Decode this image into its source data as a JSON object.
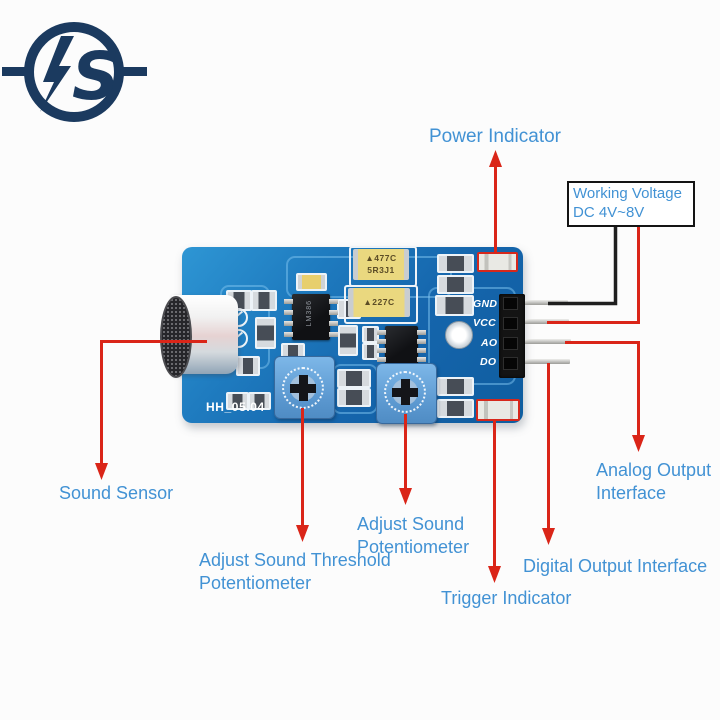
{
  "colors": {
    "accent_red": "#da2518",
    "label_blue": "#4292d4",
    "logo_navy": "#1b3a5f",
    "pcb_blue": "#1a6cb4",
    "wire_black": "#1f1f1f"
  },
  "logo": {
    "letter": "S"
  },
  "annotations": {
    "power_indicator": {
      "label": "Power Indicator"
    },
    "working_voltage": {
      "line1": "Working Voltage",
      "line2": "DC 4V~8V"
    },
    "sound_sensor": {
      "label": "Sound Sensor"
    },
    "adjust_threshold": {
      "line1": "Adjust Sound Threshold",
      "line2": "Potentiometer"
    },
    "adjust_sound": {
      "line1": "Adjust Sound",
      "line2": "Potentiometer"
    },
    "trigger_indicator": {
      "label": "Trigger Indicator"
    },
    "digital_output": {
      "label": "Digital Output Interface"
    },
    "analog_output": {
      "line1": "Analog Output",
      "line2": "Interface"
    }
  },
  "board": {
    "silkscreen": "HH_05.04",
    "pins": [
      "GND",
      "VCC",
      "AO",
      "DO"
    ],
    "ic1_label": "LM386",
    "cap1_line1": "▲477C",
    "cap1_line2": "5R3J1",
    "cap2_line1": "▲227C"
  }
}
